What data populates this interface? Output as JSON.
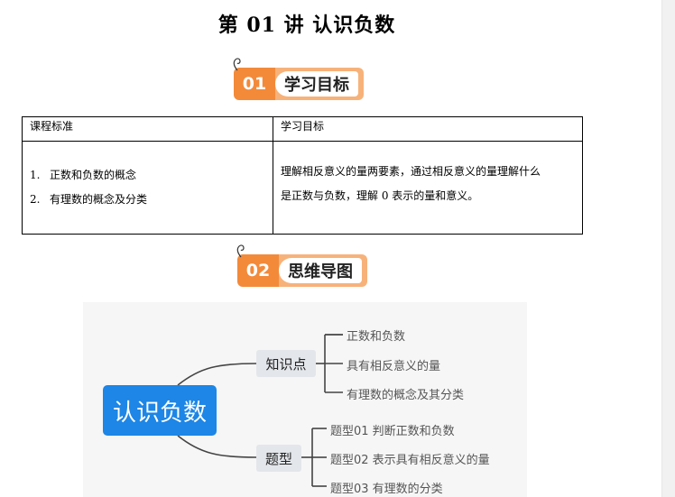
{
  "title": "第 01 讲  认识负数",
  "section1": {
    "number": "01",
    "label": "学习目标"
  },
  "section2": {
    "number": "02",
    "label": "思维导图"
  },
  "table": {
    "header_left": "课程标准",
    "header_right": "学习目标",
    "standards": [
      {
        "num": "1.",
        "text": "正数和负数的概念"
      },
      {
        "num": "2.",
        "text": "有理数的概念及分类"
      }
    ],
    "goal_line1": "理解相反意义的量两要素，通过相反意义的量理解什么",
    "goal_line2": "是正数与负数，理解 0 表示的量和意义。"
  },
  "mindmap": {
    "root": "认识负数",
    "branch1": {
      "label": "知识点",
      "leaves": [
        "正数和负数",
        "具有相反意义的量",
        "有理数的概念及其分类"
      ]
    },
    "branch2": {
      "label": "题型",
      "leaves": [
        "题型01  判断正数和负数",
        "题型02  表示具有相反意义的量",
        "题型03  有理数的分类"
      ]
    }
  },
  "colors": {
    "badge_orange": "#f38a3a",
    "badge_light": "#f7b27a",
    "root_blue": "#1d86e6",
    "branch_gray": "#e3e6ea"
  }
}
